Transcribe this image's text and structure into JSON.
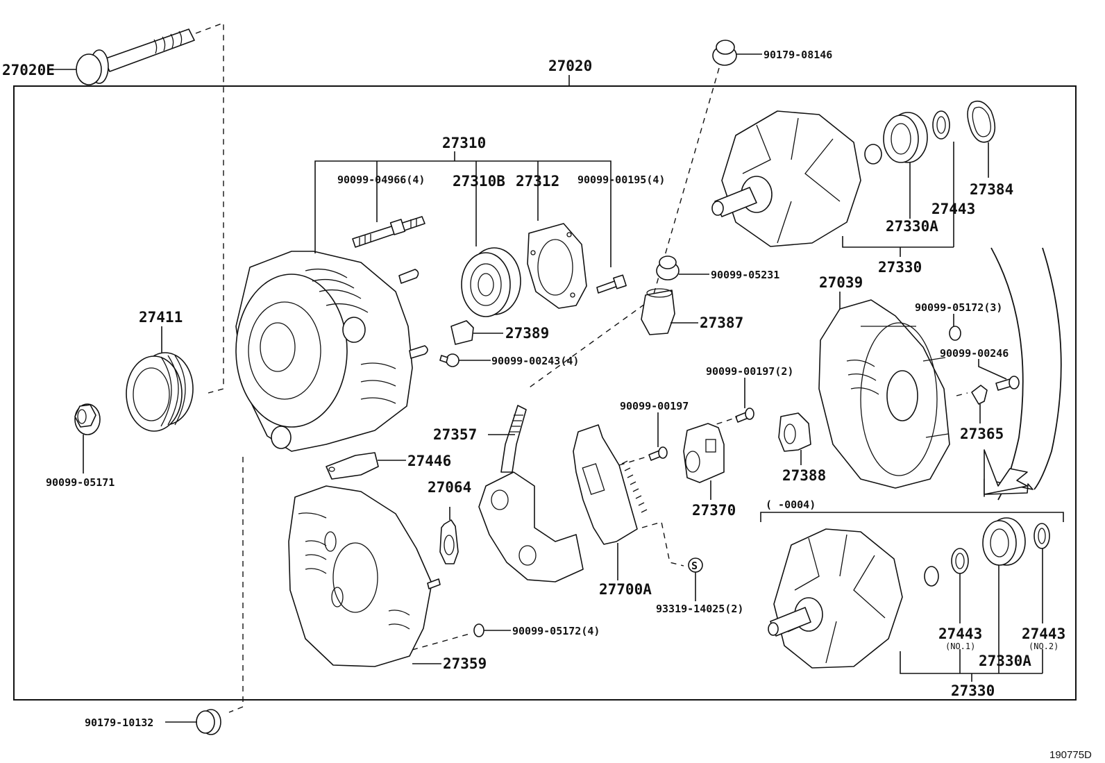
{
  "diagram": {
    "title_part": "27020",
    "reference_code": "190775D",
    "labels": {
      "p27020E": "27020E",
      "p27020": "27020",
      "p90179_08146": "90179-08146",
      "p27310": "27310",
      "p90099_04966": "90099-04966(4)",
      "p27310B": "27310B",
      "p27312": "27312",
      "p90099_00195": "90099-00195(4)",
      "p27384": "27384",
      "p27443_top": "27443",
      "p27330A_top": "27330A",
      "p27330_top": "27330",
      "p90099_05231": "90099-05231",
      "p27387": "27387",
      "p27389": "27389",
      "p90099_00243": "90099-00243(4)",
      "p27411": "27411",
      "p90099_05171": "90099-05171",
      "p27039": "27039",
      "p90099_05172_3": "90099-05172(3)",
      "p90099_00246": "90099-00246",
      "p27365": "27365",
      "p90099_00197_2": "90099-00197(2)",
      "p90099_00197": "90099-00197",
      "p27357": "27357",
      "p27446": "27446",
      "p27064": "27064",
      "p27370": "27370",
      "p27388": "27388",
      "p27700A": "27700A",
      "p93319_14025": "93319-14025(2)",
      "p90099_05172_4": "90099-05172(4)",
      "p27359": "27359",
      "p90179_10132": "90179-10132",
      "variant_range": "(      -0004)",
      "p27443_no1": "27443",
      "p27443_no1_note": "(NO.1)",
      "p27443_no2": "27443",
      "p27443_no2_note": "(NO.2)",
      "p27330A_bot": "27330A",
      "p27330_bot": "27330",
      "s_symbol": "S"
    }
  }
}
